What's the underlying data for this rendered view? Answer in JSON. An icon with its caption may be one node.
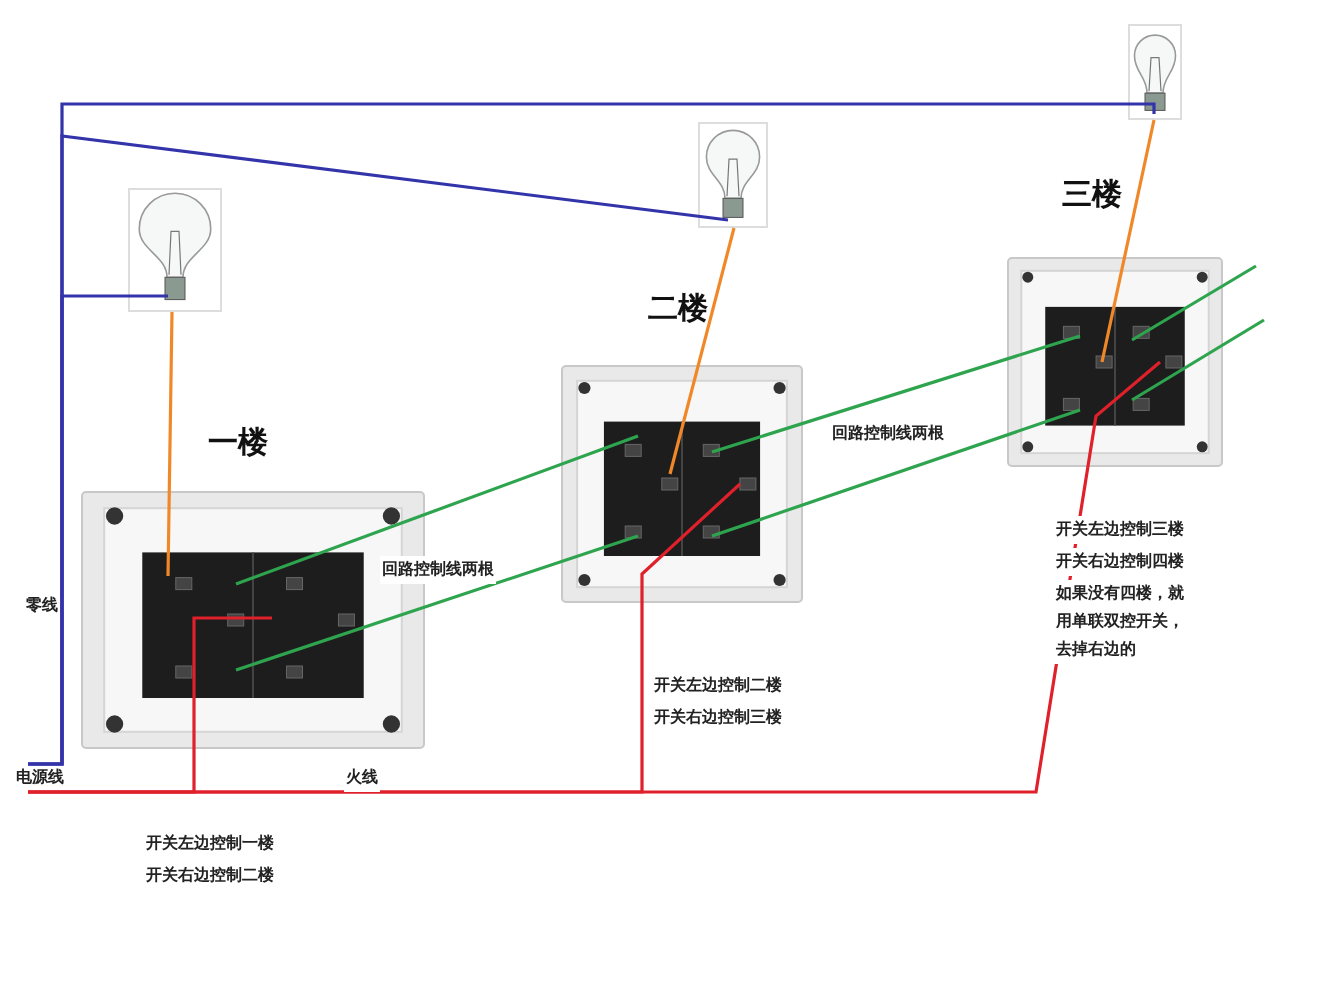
{
  "diagram": {
    "nodes": [
      {
        "text": [],
        "shape": "picture"
      },
      {
        "text": [],
        "shape": "picture"
      },
      {
        "text": [],
        "shape": "picture"
      },
      {
        "text": [],
        "shape": "picture"
      },
      {
        "text": [],
        "shape": "picture"
      },
      {
        "text": [],
        "shape": "picture"
      },
      {
        "text": [
          "电源线"
        ]
      }
    ],
    "edges": [
      {
        "from": 0,
        "to": 3,
        "arrow": "none",
        "color": "#f0882a"
      },
      {
        "from": 1,
        "to": 4,
        "arrow": "none",
        "color": "#f0882a"
      },
      {
        "from": 2,
        "to": 5,
        "arrow": "none",
        "color": "#f0882a"
      },
      {
        "from": 3,
        "to": 4,
        "arrow": "none",
        "color": "#2ea44f"
      },
      {
        "from": 3,
        "to": 4,
        "arrow": "none",
        "color": "#2ea44f"
      },
      {
        "from": 4,
        "to": 5,
        "arrow": "none",
        "color": "#2ea44f"
      },
      {
        "from": 4,
        "to": 5,
        "arrow": "none",
        "color": "#2ea44f"
      },
      {
        "from": 5,
        "to": null,
        "arrow": "none",
        "color": "#2ea44f"
      },
      {
        "from": 5,
        "to": null,
        "arrow": "none",
        "color": "#2ea44f"
      },
      {
        "from": 6,
        "to": 0,
        "arrow": "none",
        "color": "#3333aa"
      },
      {
        "from": 6,
        "to": 1,
        "arrow": "none",
        "color": "#3333aa"
      },
      {
        "from": 6,
        "to": 2,
        "arrow": "none",
        "color": "#3333aa"
      },
      {
        "from": 6,
        "to": 3,
        "arrow": "none",
        "color": "#e0202a"
      },
      {
        "from": 6,
        "to": 4,
        "arrow": "none",
        "color": "#e0202a"
      },
      {
        "from": 6,
        "to": 5,
        "arrow": "none",
        "color": "#e0202a"
      }
    ],
    "labels": [
      "三楼",
      "二楼",
      "一楼",
      "回路控制线两根",
      "回路控制线两根",
      "零线",
      "开关左边控制三楼",
      "开关右边控制四楼",
      "如果没有四楼，就用单联双控开关，去掉右边的",
      "开关左边控制二楼",
      "开关右边控制三楼",
      "火线",
      "开关左边控制一楼",
      "开关右边控制二楼"
    ]
  }
}
